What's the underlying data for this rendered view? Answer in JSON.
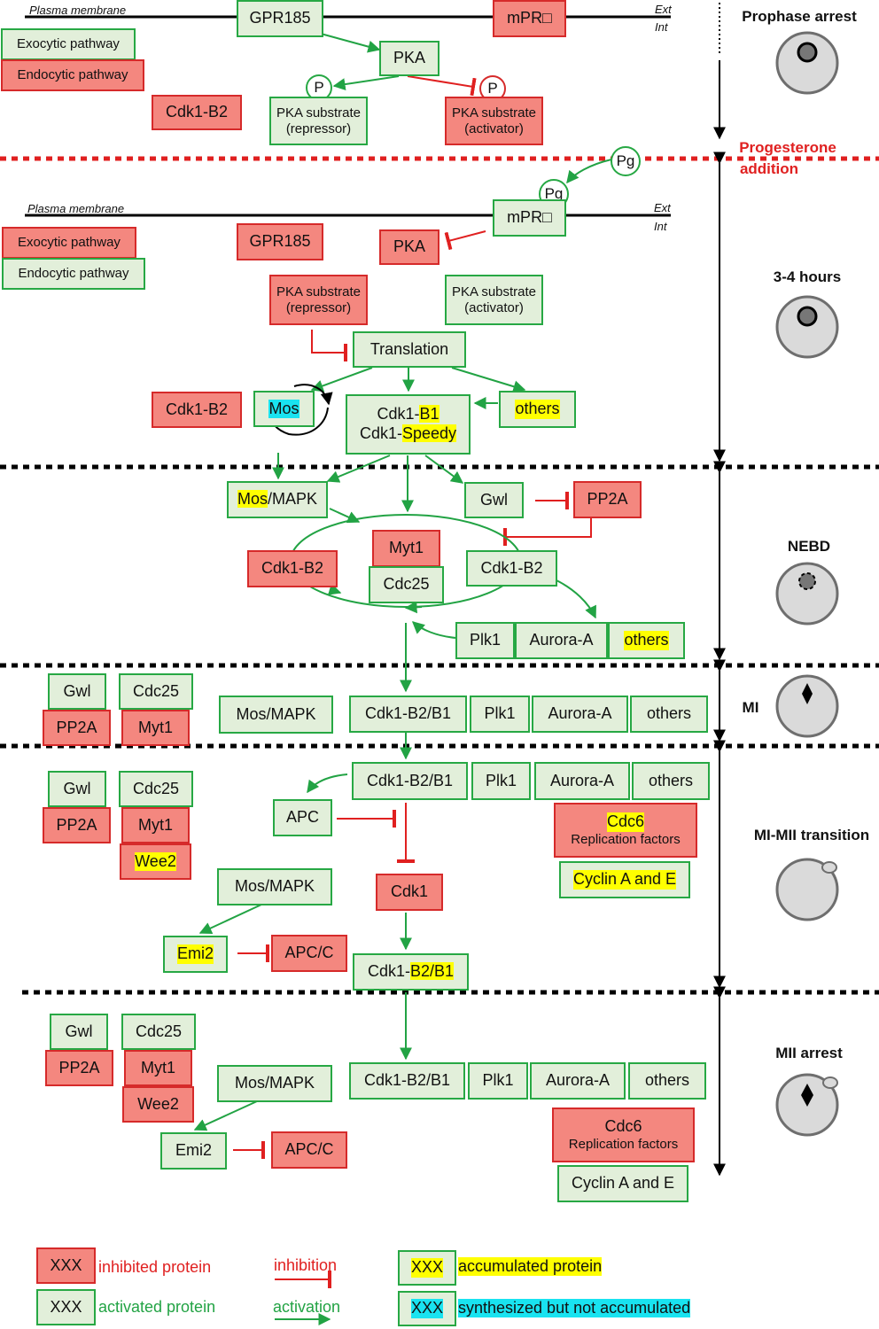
{
  "stages": {
    "prophase": "Prophase arrest",
    "progesterone_1": "Progesterone",
    "progesterone_2": "addition",
    "hours": "3-4 hours",
    "nebd": "NEBD",
    "mi": "MI",
    "mimii": "MI-MII transition",
    "mii": "MII arrest"
  },
  "membrane": {
    "label": "Plasma membrane",
    "ext": "Ext",
    "int": "Int"
  },
  "s1": {
    "gpr185": "GPR185",
    "mpr": "mPR□",
    "exo": "Exocytic pathway",
    "endo": "Endocytic pathway",
    "pka": "PKA",
    "p1": "P",
    "p2": "P",
    "cdk1b2": "Cdk1-B2",
    "sub_rep_1": "PKA substrate",
    "sub_rep_2": "(repressor)",
    "sub_act_1": "PKA substrate",
    "sub_act_2": "(activator)"
  },
  "s2": {
    "pg1": "Pg",
    "pg2": "Pg",
    "mpr": "mPR□",
    "exo": "Exocytic pathway",
    "endo": "Endocytic pathway",
    "gpr185": "GPR185",
    "pka": "PKA",
    "sub_rep_1": "PKA substrate",
    "sub_rep_2": "(repressor)",
    "sub_act_1": "PKA substrate",
    "sub_act_2": "(activator)",
    "translation": "Translation",
    "cdk1b2": "Cdk1-B2",
    "mos": "Mos",
    "cdk1_a": "Cdk1-",
    "cdk1_b1": "B1",
    "cdk1_b": "Cdk1-",
    "cdk1_speedy": "Speedy",
    "others": "others"
  },
  "s3": {
    "mos": "Mos",
    "mapk": "/MAPK",
    "gwl": "Gwl",
    "pp2a": "PP2A",
    "myt1": "Myt1",
    "cdc25": "Cdc25",
    "cdk1b2_left": "Cdk1-B2",
    "cdk1b2_right": "Cdk1-B2",
    "plk1": "Plk1",
    "aurora": "Aurora-A",
    "others": "others"
  },
  "s4": {
    "gwl": "Gwl",
    "pp2a": "PP2A",
    "cdc25": "Cdc25",
    "myt1": "Myt1",
    "mosmapk": "Mos/MAPK",
    "cdk": "Cdk1-B2/B1",
    "plk1": "Plk1",
    "aurora": "Aurora-A",
    "others": "others"
  },
  "s5": {
    "gwl": "Gwl",
    "pp2a": "PP2A",
    "cdc25": "Cdc25",
    "myt1": "Myt1",
    "wee2": "Wee2",
    "cdk": "Cdk1-B2/B1",
    "plk1": "Plk1",
    "aurora": "Aurora-A",
    "others": "others",
    "apc": "APC",
    "cdc6": "Cdc6",
    "repl": "Replication factors",
    "cyclin": "Cyclin A and E",
    "cdk1": "Cdk1",
    "mosmapk": "Mos/MAPK",
    "emi2": "Emi2",
    "apcc": "APC/C",
    "cdk1b_a": "Cdk1-",
    "cdk1b_b": "B2/B1"
  },
  "s6": {
    "gwl": "Gwl",
    "pp2a": "PP2A",
    "cdc25": "Cdc25",
    "myt1": "Myt1",
    "wee2": "Wee2",
    "mosmapk": "Mos/MAPK",
    "emi2": "Emi2",
    "apcc": "APC/C",
    "cdk": "Cdk1-B2/B1",
    "plk1": "Plk1",
    "aurora": "Aurora-A",
    "others": "others",
    "cdc6": "Cdc6",
    "repl": "Replication factors",
    "cyclin": "Cyclin A and E"
  },
  "legend": {
    "inh_box": "XXX",
    "inh_text": "inhibited protein",
    "act_box": "XXX",
    "act_text": "activated protein",
    "inhibition": "inhibition",
    "activation": "activation",
    "acc_box": "XXX",
    "acc_text": "accumulated protein",
    "syn_box": "XXX",
    "syn_text": "synthesized but not accumulated"
  },
  "colors": {
    "activated_fill": "#e2efda",
    "activated_border": "#27a844",
    "inhibited_fill": "#f4877f",
    "inhibited_border": "#d62a2a",
    "accumulated": "#ffff00",
    "synthesized": "#19e3f0",
    "activation_arrow": "#22a344",
    "inhibition_arrow": "#e02020"
  }
}
